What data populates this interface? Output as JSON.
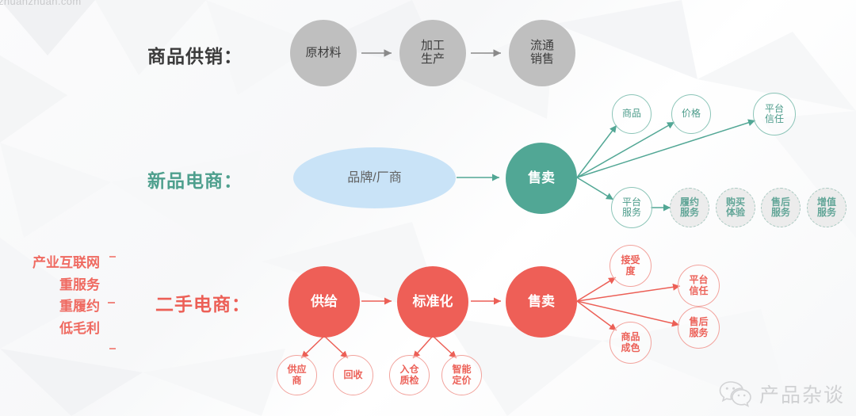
{
  "watermarks": {
    "top_left": "zhuanzhuan.com",
    "brand_name": "产品杂谈",
    "wechat_icon": "wechat-icon"
  },
  "colors": {
    "gray": "#bfbfbf",
    "blue": "#c9e3f7",
    "green": "#51a795",
    "green_light": "#8cc5b8",
    "red": "#ee5f57",
    "red_light": "#f2a39d",
    "background": "#f8f9fa"
  },
  "rows": [
    {
      "id": "supply-chain",
      "label": "商品供销：",
      "label_color": "#3b3b3b",
      "nodes": [
        {
          "id": "raw-material",
          "text": "原材料",
          "style": "gray"
        },
        {
          "id": "manufacturing",
          "text": "加工\n生产",
          "style": "gray"
        },
        {
          "id": "distribution",
          "text": "流通\n销售",
          "style": "gray"
        }
      ]
    },
    {
      "id": "new-goods-ecommerce",
      "label": "新品电商：",
      "label_color": "#4e9f8d",
      "nodes": [
        {
          "id": "brand-manufacturer",
          "text": "品牌/厂商",
          "style": "blue-ellipse"
        },
        {
          "id": "sell-green",
          "text": "售卖",
          "style": "green-solid"
        },
        {
          "id": "goods",
          "text": "商品",
          "style": "green-outline"
        },
        {
          "id": "price",
          "text": "价格",
          "style": "green-outline"
        },
        {
          "id": "platform-trust-g",
          "text": "平台\n信任",
          "style": "green-outline"
        },
        {
          "id": "platform-service",
          "text": "平台\n服务",
          "style": "green-outline"
        },
        {
          "id": "fulfillment-service",
          "text": "履约\n服务",
          "style": "green-dashed"
        },
        {
          "id": "purchase-experience",
          "text": "购买\n体验",
          "style": "green-dashed"
        },
        {
          "id": "after-sales-g",
          "text": "售后\n服务",
          "style": "green-dashed"
        },
        {
          "id": "value-added",
          "text": "增值\n服务",
          "style": "green-dashed"
        }
      ]
    },
    {
      "id": "second-hand-ecommerce",
      "label": "二手电商：",
      "label_color": "#ec5f56",
      "nodes": [
        {
          "id": "supply",
          "text": "供给",
          "style": "red-solid"
        },
        {
          "id": "standardization",
          "text": "标准化",
          "style": "red-solid"
        },
        {
          "id": "sell-red",
          "text": "售卖",
          "style": "red-solid"
        },
        {
          "id": "supplier",
          "text": "供应\n商",
          "style": "red-outline"
        },
        {
          "id": "recycling",
          "text": "回收",
          "style": "red-outline"
        },
        {
          "id": "warehouse-qc",
          "text": "入仓\n质检",
          "style": "red-outline"
        },
        {
          "id": "smart-pricing",
          "text": "智能\n定价",
          "style": "red-outline"
        },
        {
          "id": "acceptance",
          "text": "接受\n度",
          "style": "red-outline"
        },
        {
          "id": "product-condition",
          "text": "商品\n成色",
          "style": "red-outline"
        },
        {
          "id": "platform-trust-r",
          "text": "平台\n信任",
          "style": "red-outline"
        },
        {
          "id": "after-sales-r",
          "text": "售后\n服务",
          "style": "red-outline"
        }
      ]
    }
  ],
  "annotation": {
    "lines": [
      "产业互联网",
      "重服务",
      "重履约",
      "低毛利"
    ],
    "color": "#ef6a61"
  }
}
